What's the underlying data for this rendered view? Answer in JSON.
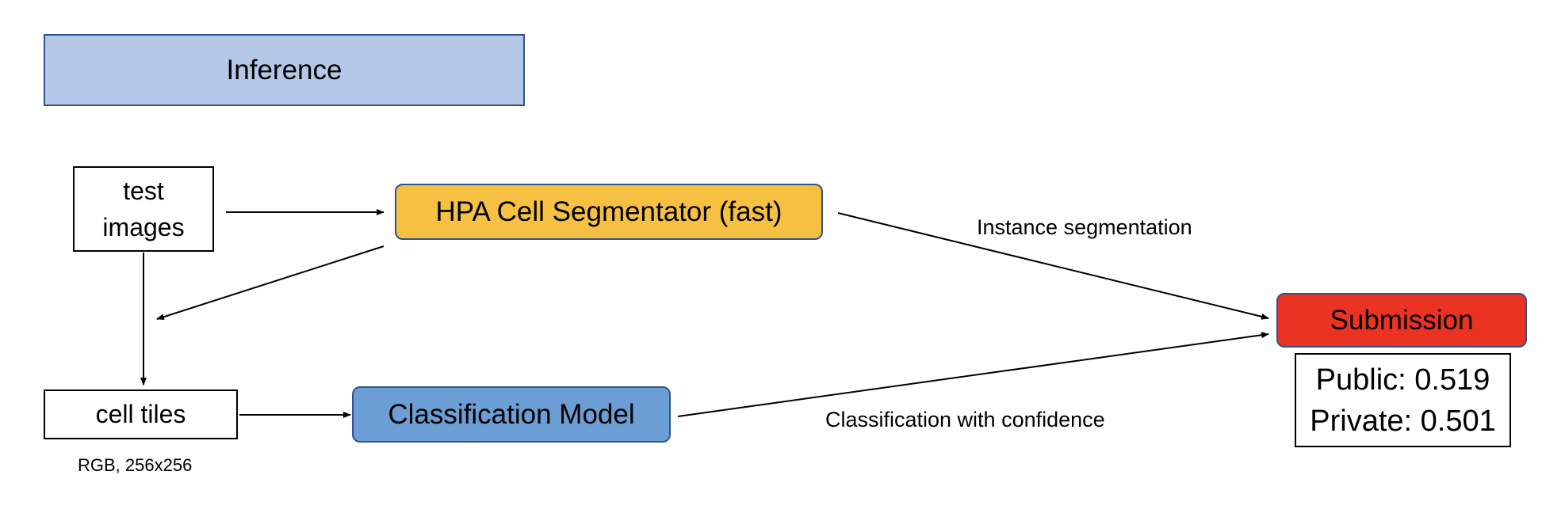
{
  "diagram": {
    "title": "Inference",
    "nodes": {
      "test_images": [
        "test",
        "images"
      ],
      "segmentator": "HPA Cell Segmentator (fast)",
      "cell_tiles": "cell tiles",
      "cell_tiles_note": "RGB, 256x256",
      "classification_model": "Classification Model",
      "submission": "Submission",
      "scores": {
        "public": "Public: 0.519",
        "private": "Private: 0.501"
      }
    },
    "edge_labels": {
      "instance_segmentation": "Instance segmentation",
      "classification_with_confidence": "Classification with confidence"
    },
    "colors": {
      "title_fill": "#b4c7e7",
      "segmentator_fill": "#f6c142",
      "classification_fill": "#6a9ed4",
      "submission_fill": "#ea3323",
      "border_blue": "#2f528f"
    }
  }
}
